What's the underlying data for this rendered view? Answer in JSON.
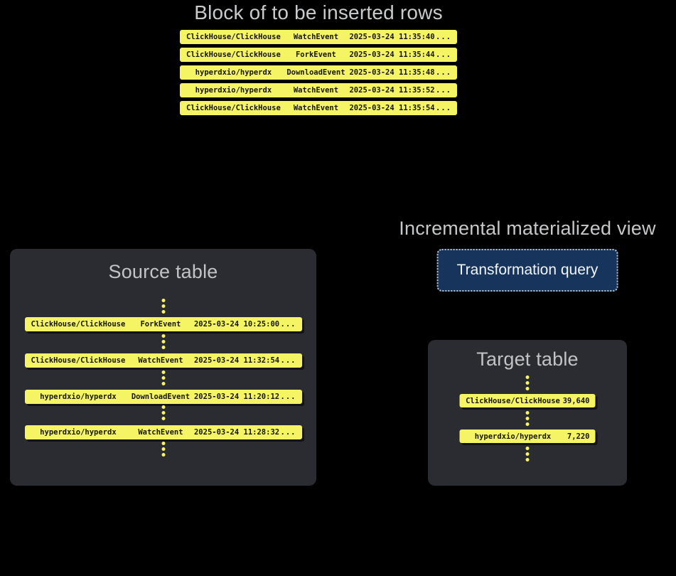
{
  "top_block": {
    "title": "Block of to be inserted rows",
    "rows": [
      {
        "repo": "ClickHouse/ClickHouse",
        "event": "WatchEvent",
        "timestamp": "2025-03-24 11:35:40",
        "more": "..."
      },
      {
        "repo": "ClickHouse/ClickHouse",
        "event": "ForkEvent",
        "timestamp": "2025-03-24 11:35:44",
        "more": "..."
      },
      {
        "repo": "hyperdxio/hyperdx",
        "event": "DownloadEvent",
        "timestamp": "2025-03-24 11:35:48",
        "more": "..."
      },
      {
        "repo": "hyperdxio/hyperdx",
        "event": "WatchEvent",
        "timestamp": "2025-03-24 11:35:52",
        "more": "..."
      },
      {
        "repo": "ClickHouse/ClickHouse",
        "event": "WatchEvent",
        "timestamp": "2025-03-24 11:35:54",
        "more": "..."
      }
    ]
  },
  "source_table": {
    "title": "Source table",
    "rows": [
      {
        "repo": "ClickHouse/ClickHouse",
        "event": "ForkEvent",
        "timestamp": "2025-03-24 10:25:00",
        "more": "..."
      },
      {
        "repo": "ClickHouse/ClickHouse",
        "event": "WatchEvent",
        "timestamp": "2025-03-24 11:32:54",
        "more": "..."
      },
      {
        "repo": "hyperdxio/hyperdx",
        "event": "DownloadEvent",
        "timestamp": "2025-03-24 11:20:12",
        "more": "..."
      },
      {
        "repo": "hyperdxio/hyperdx",
        "event": "WatchEvent",
        "timestamp": "2025-03-24 11:28:32",
        "more": "..."
      }
    ]
  },
  "materialized_view": {
    "title": "Incremental materialized view",
    "query_label": "Transformation query"
  },
  "target_table": {
    "title": "Target table",
    "rows": [
      {
        "repo": "ClickHouse/ClickHouse",
        "count": "39,640"
      },
      {
        "repo": "hyperdxio/hyperdx",
        "count": "7,220"
      }
    ]
  },
  "colors": {
    "background": "#000000",
    "row_yellow": "#f5f465",
    "panel_gray": "#2a2c31",
    "query_box_blue": "#17345c",
    "title_gray": "#c6c7c9",
    "row_text": "#15150e"
  }
}
